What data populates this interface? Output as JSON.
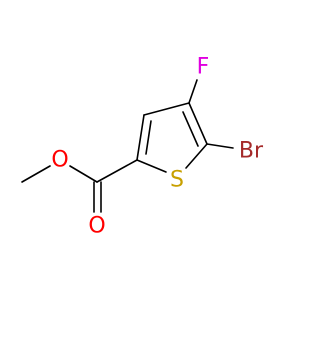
{
  "molecule": {
    "atoms": {
      "oxygen_ester": {
        "symbol": "O",
        "color": "#ff0000"
      },
      "oxygen_carbonyl": {
        "symbol": "O",
        "color": "#ff0000"
      },
      "sulfur": {
        "symbol": "S",
        "color": "#c8a000"
      },
      "fluorine": {
        "symbol": "F",
        "color": "#e000e0"
      },
      "bromine": {
        "symbol": "Br",
        "color": "#a52a2a"
      }
    }
  }
}
